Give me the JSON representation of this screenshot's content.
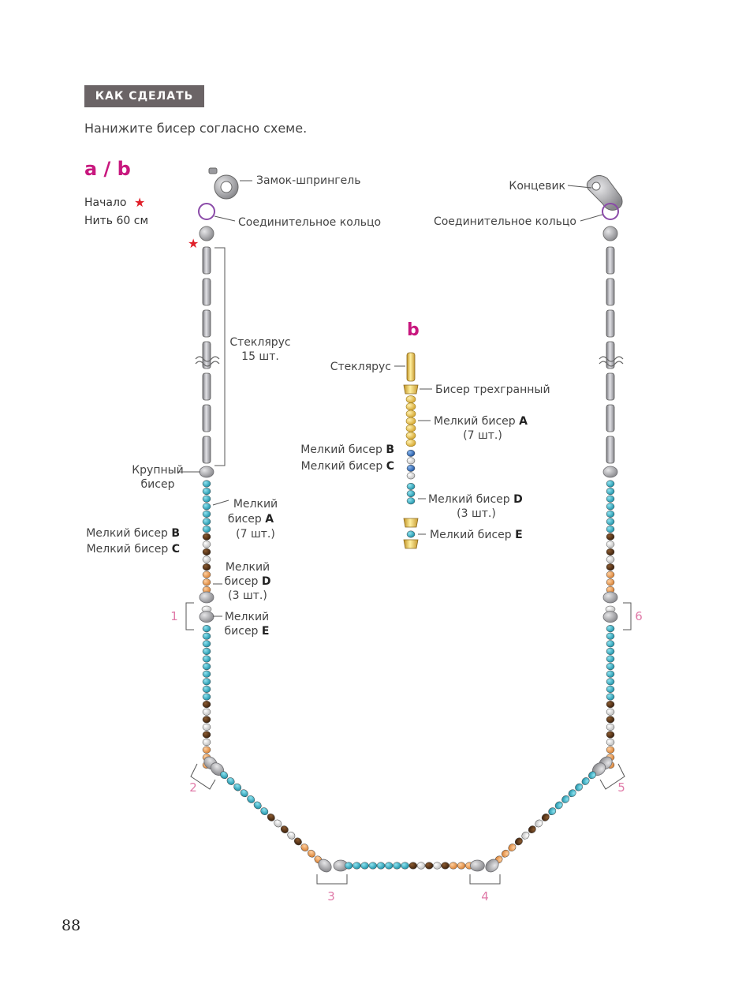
{
  "header": {
    "title": "КАК СДЕЛАТЬ"
  },
  "intro_text": "Нанижите бисер согласно схеме.",
  "page_number": "88",
  "colors": {
    "accent_pink": "#c8177e",
    "star_red": "#e0202a",
    "label_pink": "#e07aa8",
    "bugle_gray": "#a8a8ac",
    "large_bead_gray": "#a0a0a4",
    "bead_a_cyan": "#2aa8bf",
    "bead_b_brown": "#5a3518",
    "bead_c_white": "#e8e8e8",
    "bead_d_orange": "#e89a50",
    "detail_gold": "#e8c451",
    "detail_blue": "#2a6bb8",
    "ring_purple": "#8a4aa8"
  },
  "diagram": {
    "section_label": "a / b",
    "start_label": "Начало",
    "thread_label": "Нить 60 см",
    "clasp_label": "Замок-шпрингель",
    "jump_ring_left_label": "Соединительное кольцо",
    "end_tip_label": "Концевик",
    "jump_ring_right_label": "Соединительное кольцо",
    "bugle_label": "Стеклярус",
    "bugle_count": "15 шт.",
    "large_bead_label_1": "Крупный",
    "large_bead_label_2": "бисер",
    "seed_a_l1": "Мелкий",
    "seed_a_l2": "бисер",
    "seed_a_letter": "A",
    "seed_a_count": "(7 шт.)",
    "seed_b_text": "Мелкий бисер",
    "seed_b_letter": "B",
    "seed_c_text": "Мелкий бисер",
    "seed_c_letter": "C",
    "seed_d_l1": "Мелкий",
    "seed_d_l2": "бисер",
    "seed_d_letter": "D",
    "seed_d_count": "(3 шт.)",
    "seed_e_l1": "Мелкий",
    "seed_e_l2": "бисер",
    "seed_e_letter": "E",
    "group_labels": [
      "1",
      "2",
      "3",
      "4",
      "5",
      "6"
    ]
  },
  "detail": {
    "label": "b",
    "bugle_label": "Стеклярус",
    "triangle_label": "Бисер трехгранный",
    "seed_a_text": "Мелкий бисер",
    "seed_a_letter": "A",
    "seed_a_count": "(7 шт.)",
    "seed_b_text": "Мелкий бисер",
    "seed_b_letter": "B",
    "seed_c_text": "Мелкий бисер",
    "seed_c_letter": "C",
    "seed_d_text": "Мелкий бисер",
    "seed_d_letter": "D",
    "seed_d_count": "(3 шт.)",
    "seed_e_text": "Мелкий бисер",
    "seed_e_letter": "E"
  }
}
